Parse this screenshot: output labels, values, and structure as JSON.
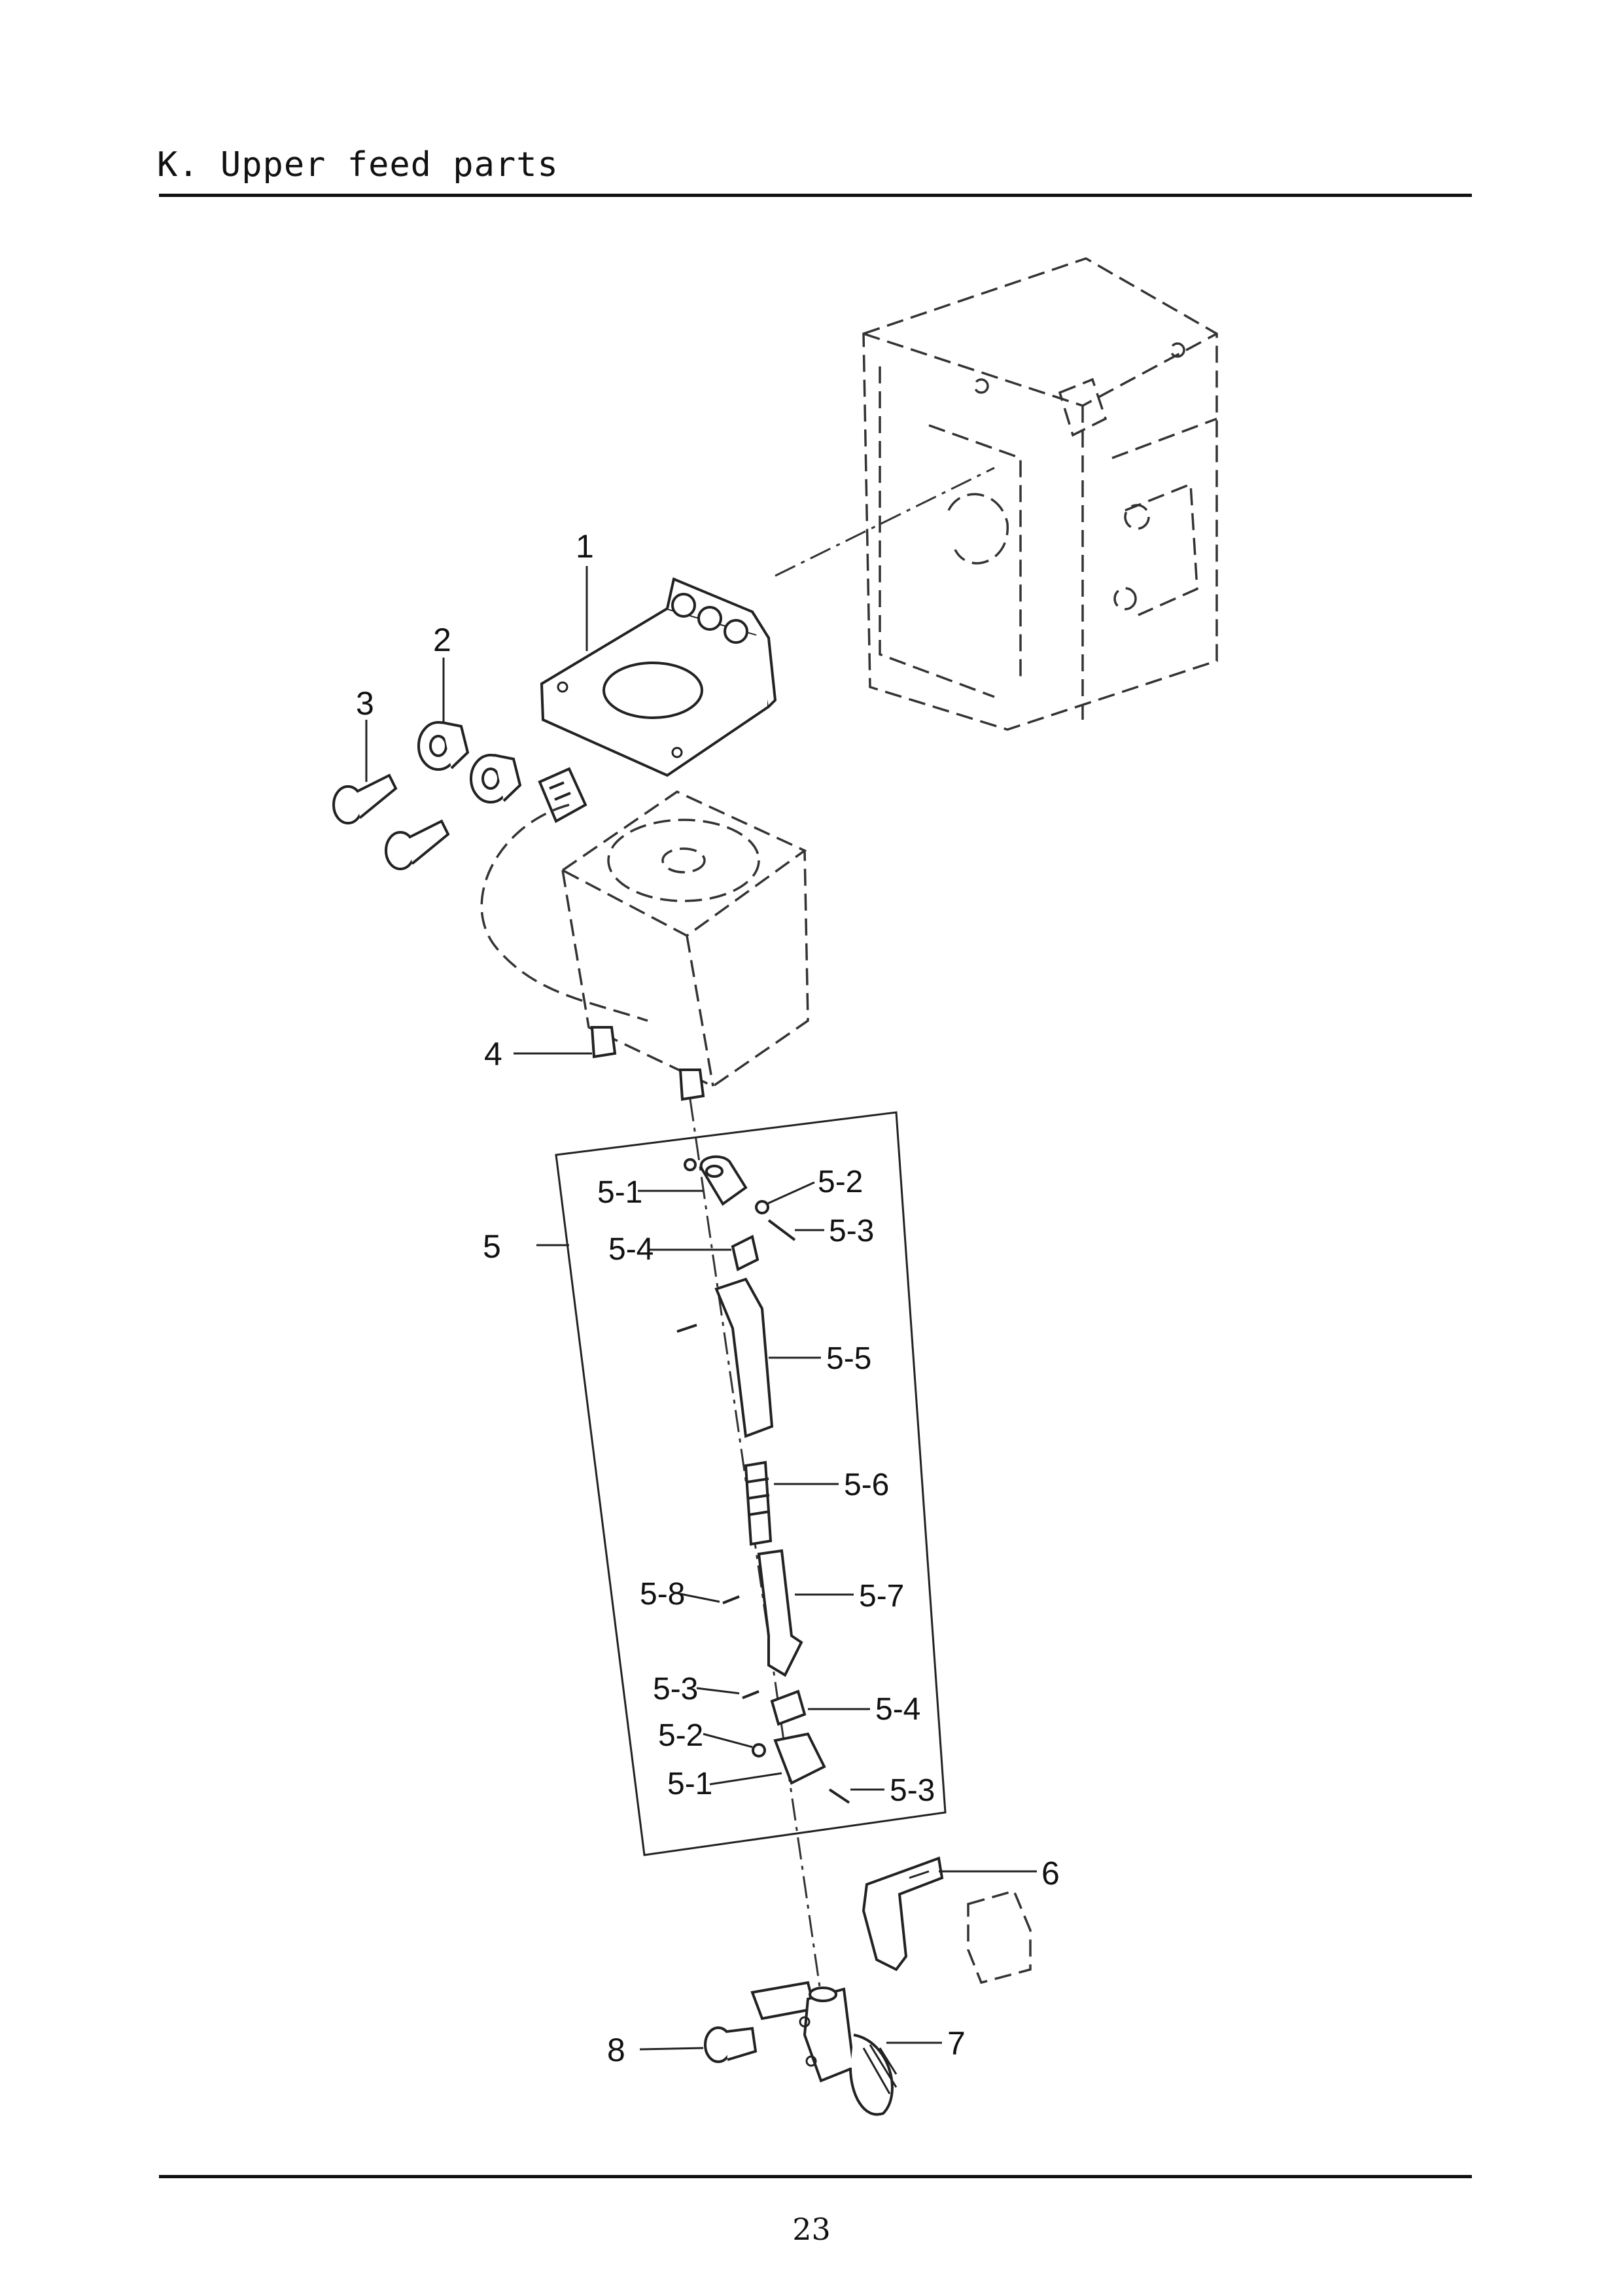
{
  "header": {
    "title": "K. Upper feed parts"
  },
  "footer": {
    "page_number": "23"
  },
  "callouts": {
    "p1": "1",
    "p2": "2",
    "p3": "3",
    "p4": "4",
    "p5": "5",
    "p6": "6",
    "p7": "7",
    "p8": "8",
    "s5_1a": "5-1",
    "s5_2a": "5-2",
    "s5_3a": "5-3",
    "s5_4a": "5-4",
    "s5_5": "5-5",
    "s5_6": "5-6",
    "s5_7": "5-7",
    "s5_8": "5-8",
    "s5_3b": "5-3",
    "s5_4b": "5-4",
    "s5_2b": "5-2",
    "s5_1b": "5-1",
    "s5_3c": "5-3"
  }
}
